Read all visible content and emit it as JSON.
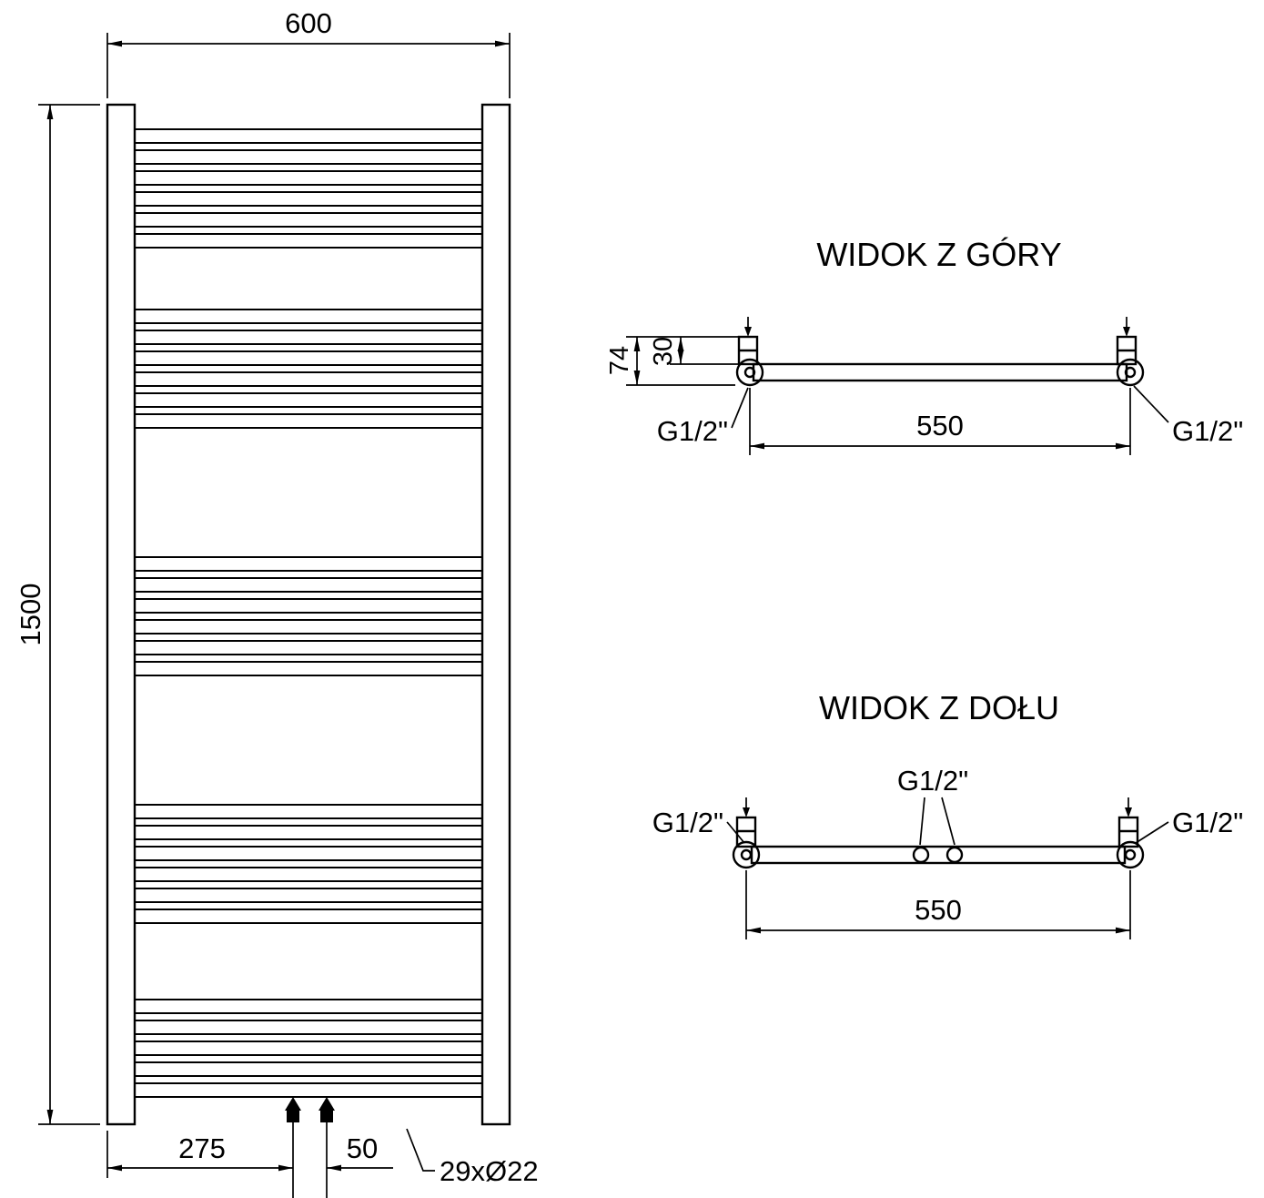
{
  "front_view": {
    "dim_width": "600",
    "dim_height": "1500",
    "dim_left_offset": "275",
    "dim_center_gap": "50",
    "tube_spec": "29xØ22"
  },
  "top_view": {
    "title": "WIDOK Z GÓRY",
    "dim_depth": "74",
    "dim_bracket": "30",
    "dim_span": "550",
    "conn_left": "G1/2\"",
    "conn_right": "G1/2\""
  },
  "bottom_view": {
    "title": "WIDOK Z DOŁU",
    "dim_span": "550",
    "conn_left": "G1/2\"",
    "conn_center": "G1/2\"",
    "conn_right": "G1/2\""
  }
}
